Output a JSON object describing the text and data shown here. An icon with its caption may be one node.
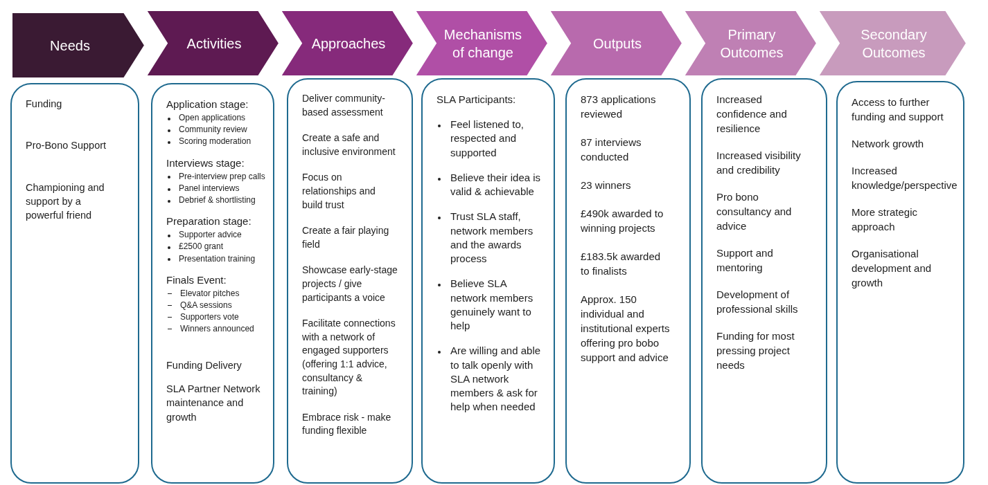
{
  "diagram": {
    "nodes": [
      {
        "text": [
          "Needs"
        ]
      },
      {
        "text": [
          "Activities"
        ]
      },
      {
        "text": [
          "Approaches"
        ]
      },
      {
        "text": [
          "Mechanisms of change"
        ]
      },
      {
        "text": [
          "Outputs"
        ]
      },
      {
        "text": [
          "Primary Outcomes"
        ]
      },
      {
        "text": [
          "Secondary Outcomes"
        ]
      },
      {
        "text": [
          "Funding",
          "Pro-Bono Support",
          "Championing and support by a powerful friend"
        ]
      },
      {
        "text": [
          "Application stage:",
          "Open applications",
          "Community review",
          "Scoring moderation",
          "Interviews stage:",
          "Pre-interview prep calls",
          "Panel interviews",
          "Debrief & shortlisting",
          "Preparation stage:",
          "Supporter advice",
          "£2500 grant",
          "Presentation training",
          "Finals Event:",
          "Elevator pitches",
          "Q&A sessions",
          "Supporters vote",
          "Winners announced",
          "Funding Delivery",
          "SLA Partner Network maintenance and growth"
        ]
      },
      {
        "text": [
          "Deliver community-based assessment",
          "Create a safe and inclusive environment",
          "Focus on relationships and build trust",
          "Create a fair playing field",
          "Showcase early-stage projects / give participants a voice",
          "Facilitate connections with a network of engaged supporters (offering 1:1 advice, consultancy & training)",
          "Embrace risk - make funding flexible"
        ]
      },
      {
        "text": [
          "SLA Participants:",
          "Feel listened to, respected and supported",
          "Believe their idea is valid & achievable",
          "Trust SLA staff, network members and the awards process",
          "Believe SLA network members genuinely want to help",
          "Are willing and able to talk openly with SLA network members & ask for help when needed"
        ]
      },
      {
        "text": [
          "873 applications reviewed",
          "87 interviews conducted",
          "23 winners",
          "£490k awarded to winning projects",
          "£183.5k awarded to finalists",
          "Approx. 150 individual and institutional experts offering pro bobo support and advice"
        ]
      },
      {
        "text": [
          "Increased confidence and resilience",
          "Increased visibility and credibility",
          "Pro bono consultancy and advice",
          "Support and mentoring",
          "Development of professional skills",
          "Funding for most pressing project needs"
        ]
      },
      {
        "text": [
          "Access to further funding and support",
          "Network growth",
          "Increased knowledge/perspective",
          "More strategic approach",
          "Organisational development and growth"
        ]
      }
    ]
  }
}
